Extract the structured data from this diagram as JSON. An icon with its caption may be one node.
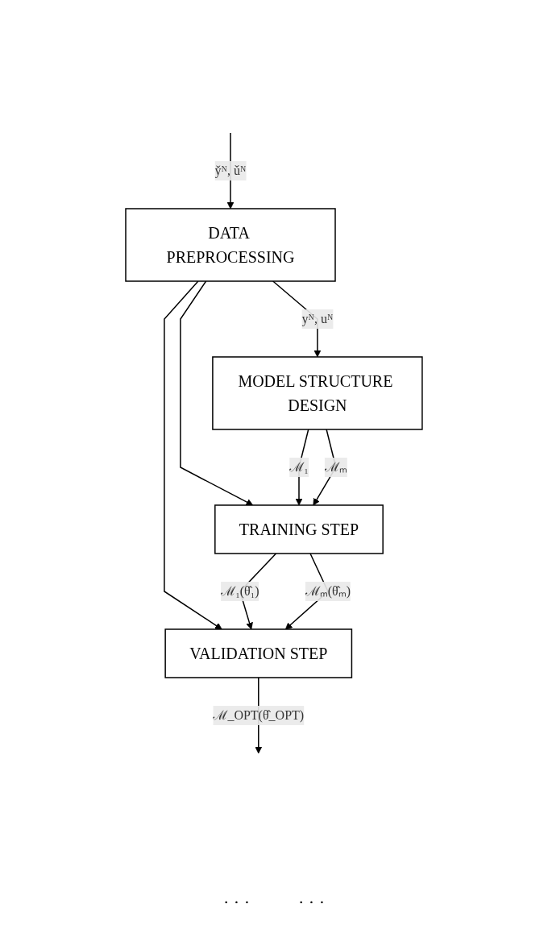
{
  "diagram": {
    "nodes": [
      {
        "text": [
          "DATA PREPROCESSING"
        ]
      },
      {
        "text": [
          "MODEL STRUCTURE DESIGN"
        ]
      },
      {
        "text": [
          "TRAINING STEP"
        ]
      },
      {
        "text": [
          "VALIDATION STEP"
        ]
      }
    ],
    "edges": [
      {
        "from": null,
        "to": 0,
        "arrow": "to",
        "label": "y̌ᴺ, ǔᴺ"
      },
      {
        "from": 0,
        "to": 1,
        "arrow": "to",
        "label": "yᴺ, uᴺ"
      },
      {
        "from": 0,
        "to": 2,
        "arrow": "to"
      },
      {
        "from": 0,
        "to": 3,
        "arrow": "to"
      },
      {
        "from": 1,
        "to": 2,
        "arrow": "to",
        "label": "ℳ₁"
      },
      {
        "from": 1,
        "to": 2,
        "arrow": "to",
        "label": "ℳₘ"
      },
      {
        "from": 2,
        "to": 3,
        "arrow": "to",
        "label": "ℳ₁(θ̂₁)"
      },
      {
        "from": 2,
        "to": 3,
        "arrow": "to",
        "label": "ℳₘ(θ̂ₘ)"
      },
      {
        "from": 3,
        "to": null,
        "arrow": "to",
        "label": "ℳ_OPT(θ̂_OPT)"
      }
    ],
    "labels": [
      "· · ·",
      "· · ·"
    ]
  }
}
